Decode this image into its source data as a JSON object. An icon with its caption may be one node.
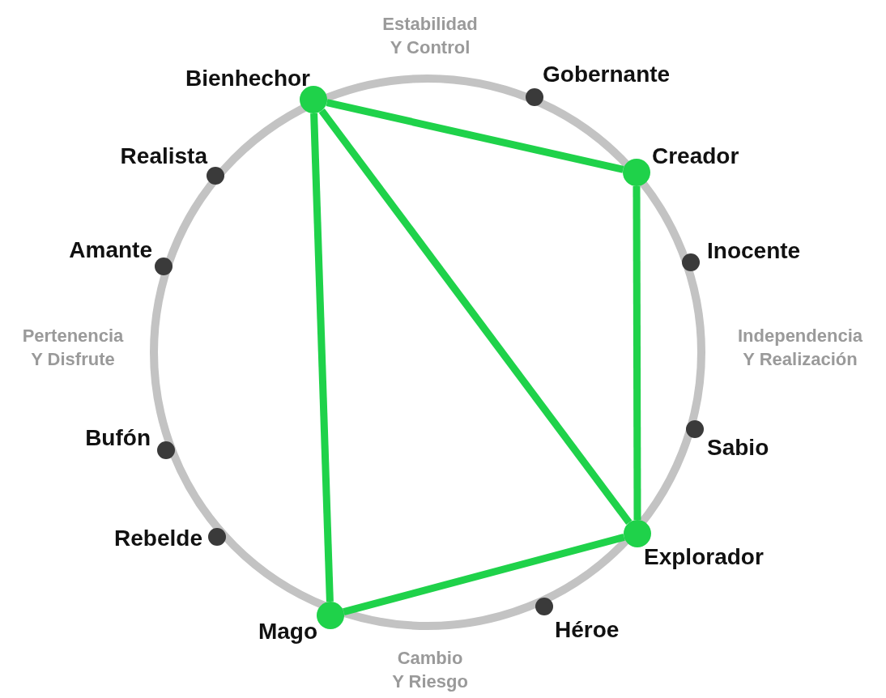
{
  "diagram": {
    "nodes": [
      {
        "text": [],
        "shape": "circle",
        "beside": [
          "Gobernante"
        ]
      },
      {
        "text": [],
        "shape": "circle",
        "beside": [
          "Creador"
        ]
      },
      {
        "text": [],
        "shape": "circle",
        "beside": [
          "Inocente"
        ]
      },
      {
        "text": [],
        "shape": "circle",
        "beside": [
          "Sabio"
        ]
      },
      {
        "text": [],
        "shape": "circle",
        "beside": [
          "Explorador"
        ]
      },
      {
        "text": [],
        "shape": "circle",
        "beside": [
          "Héroe"
        ]
      },
      {
        "text": [],
        "shape": "circle",
        "beside": [
          "Mago"
        ]
      },
      {
        "text": [],
        "shape": "circle",
        "beside": [
          "Rebelde"
        ]
      },
      {
        "text": [],
        "shape": "circle",
        "beside": [
          "Bufón"
        ]
      },
      {
        "text": [],
        "shape": "circle",
        "beside": [
          "Amante"
        ]
      },
      {
        "text": [],
        "shape": "circle",
        "beside": [
          "Realista"
        ]
      },
      {
        "text": [],
        "shape": "circle",
        "beside": [
          "Bienhechor"
        ]
      }
    ],
    "edges": [
      {
        "from": 11,
        "to": 1,
        "arrow": "none"
      },
      {
        "from": 1,
        "to": 4,
        "arrow": "none"
      },
      {
        "from": 11,
        "to": 4,
        "arrow": "none"
      },
      {
        "from": 11,
        "to": 6,
        "arrow": "none"
      },
      {
        "from": 6,
        "to": 4,
        "arrow": "none"
      }
    ],
    "labels": [
      "Estabilidad Y Control",
      "Pertenencia Y Disfrute",
      "Independencia Y Realización",
      "Cambio Y Riesgo"
    ]
  }
}
